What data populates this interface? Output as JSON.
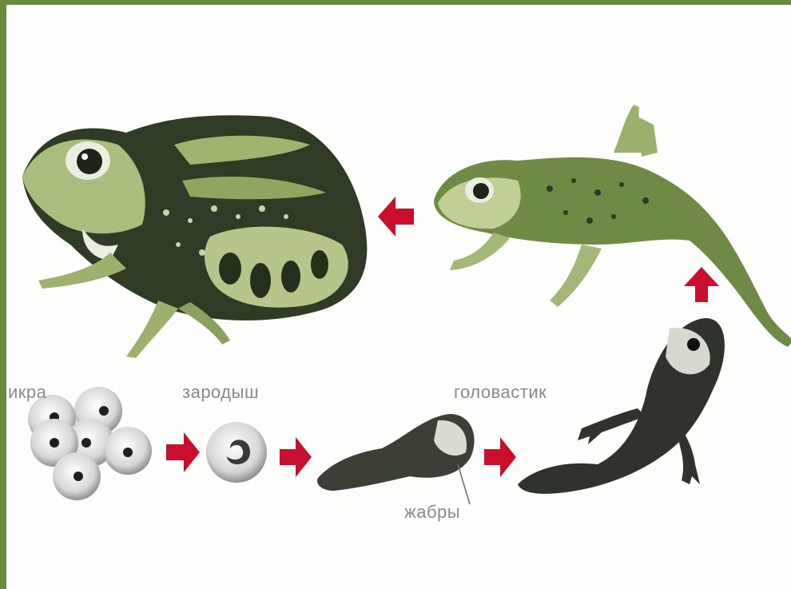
{
  "labels": {
    "eggs": "икра",
    "embryo": "зародыш",
    "tadpole": "головастик",
    "gills": "жабры"
  },
  "watermark": "",
  "colors": {
    "frame": "#6a8a3c",
    "arrow": "#c8102e",
    "frog_light": "#b9c98e",
    "frog_dark": "#2e3a24",
    "tadpole": "#3b3f36",
    "egg": "#d9d9d9"
  }
}
